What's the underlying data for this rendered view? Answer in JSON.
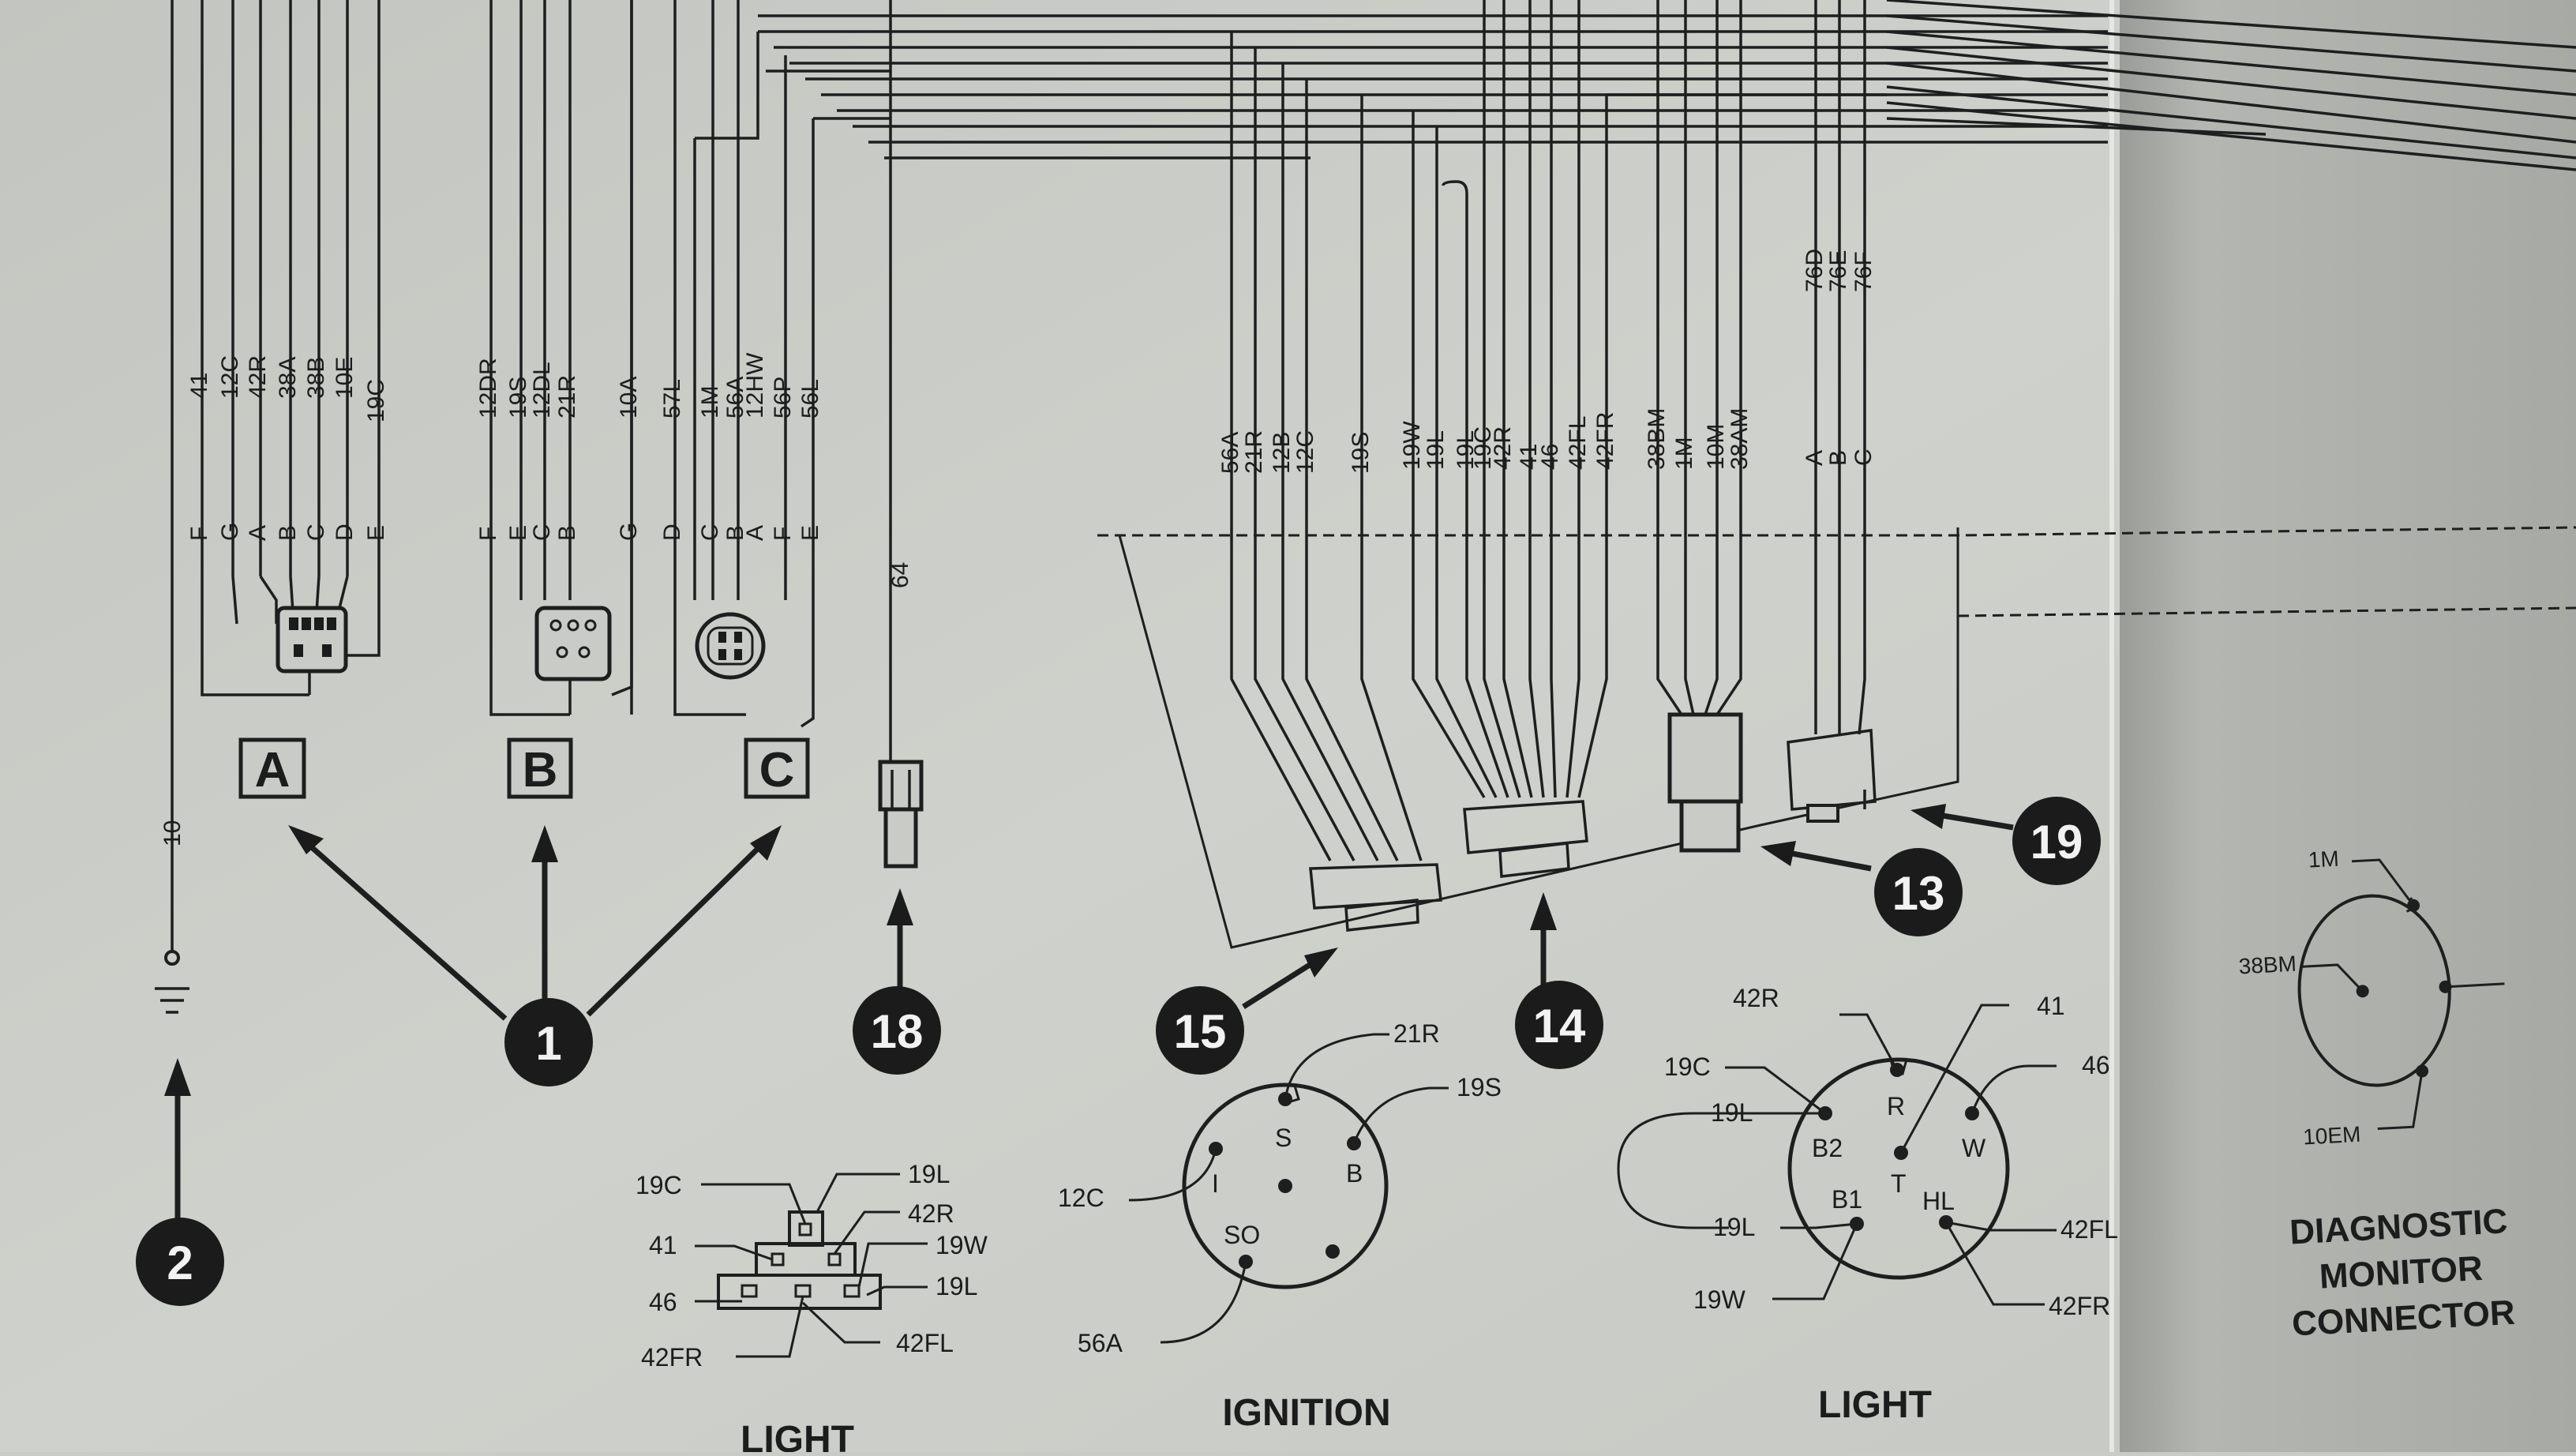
{
  "connectors": {
    "A": {
      "label": "A",
      "wires": [
        "41",
        "12C",
        "42R",
        "38A",
        "38B",
        "10E",
        "19C"
      ],
      "pins": [
        "F",
        "G",
        "A",
        "B",
        "C",
        "D",
        "E"
      ]
    },
    "B": {
      "label": "B",
      "wires": [
        "12DR",
        "19S",
        "12DL",
        "21R",
        "10A"
      ],
      "pins": [
        "F",
        "E",
        "C",
        "B",
        "G"
      ]
    },
    "C": {
      "label": "C",
      "wires": [
        "57L",
        "1M",
        "56A",
        "12HW",
        "56P",
        "56L"
      ],
      "pins": [
        "D",
        "C",
        "B",
        "A",
        "F",
        "E"
      ]
    }
  },
  "wire64": "64",
  "ground_wire": "10",
  "group15": [
    "56A",
    "21R",
    "12B",
    "12C",
    "19S"
  ],
  "group14": [
    "19W",
    "19L",
    "19L",
    "19C",
    "42R",
    "41",
    "46",
    "42FL",
    "42FR"
  ],
  "group13": [
    "38BM",
    "1M",
    "10M",
    "38AM"
  ],
  "group19": {
    "wires": [
      "76D",
      "76E",
      "76F"
    ],
    "pins": [
      "A",
      "B",
      "C"
    ]
  },
  "callouts": {
    "c1": "1",
    "c2": "2",
    "c13": "13",
    "c14": "14",
    "c15": "15",
    "c18": "18",
    "c19": "19"
  },
  "light_sw_left": {
    "labels": {
      "l19c": "19C",
      "l41": "41",
      "l46": "46",
      "l42fr": "42FR",
      "l19l_top": "19L",
      "l42r": "42R",
      "l19w": "19W",
      "l19l_mid": "19L",
      "l42fl": "42FL"
    },
    "title": "LIGHT"
  },
  "ignition": {
    "pins": {
      "s": "S",
      "i": "I",
      "b": "B",
      "so": "SO"
    },
    "wires": {
      "w21r": "21R",
      "w19s": "19S",
      "w12c": "12C",
      "w56a": "56A"
    },
    "title": "IGNITION"
  },
  "light_switch": {
    "pins": {
      "r": "R",
      "b2": "B2",
      "t": "T",
      "w": "W",
      "b1": "B1",
      "hl": "HL"
    },
    "wires": {
      "w42r": "42R",
      "w41": "41",
      "w46": "46",
      "w19c": "19C",
      "w19l_a": "19L",
      "w19l_b": "19L",
      "w42fl": "42FL",
      "w19w": "19W",
      "w42fr": "42FR"
    },
    "title": "LIGHT"
  },
  "diagnostic": {
    "wires": {
      "w1m": "1M",
      "w38bm": "38BM",
      "w10em": "10EM"
    },
    "title_lines": [
      "DIAGNOSTIC",
      "MONITOR",
      "CONNECTOR"
    ]
  },
  "colors": {
    "paper": "#c9cbc6",
    "ink": "#1e1e1e",
    "callout_fill": "#1b1b1b",
    "callout_text": "#f2f2f2"
  }
}
